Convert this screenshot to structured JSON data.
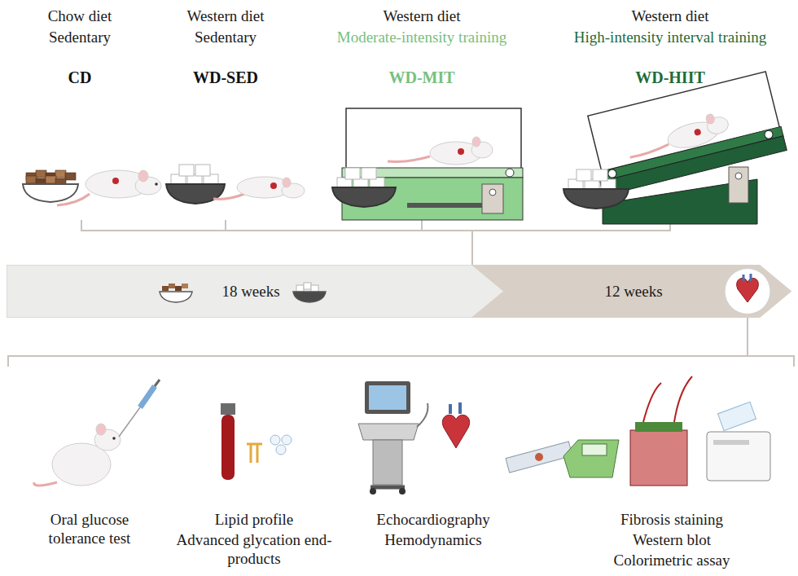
{
  "diagram": {
    "nodes": [
      {
        "text": [
          "18 weeks"
        ]
      },
      {
        "text": [
          "12 weeks"
        ]
      }
    ],
    "labels": [
      "Chow diet",
      "Sedentary",
      "CD",
      "Western diet",
      "Sedentary",
      "WD-SED",
      "Western diet",
      "Moderate-intensity training",
      "WD-MIT",
      "Western diet",
      "High-intensity interval training",
      "WD-HIIT",
      "Oral glucose tolerance test",
      "Lipid profile",
      "Advanced glycation end-products",
      "Echocardiography",
      "Hemodynamics",
      "Fibrosis staining",
      "Western blot",
      "Colorimetric assay"
    ]
  }
}
